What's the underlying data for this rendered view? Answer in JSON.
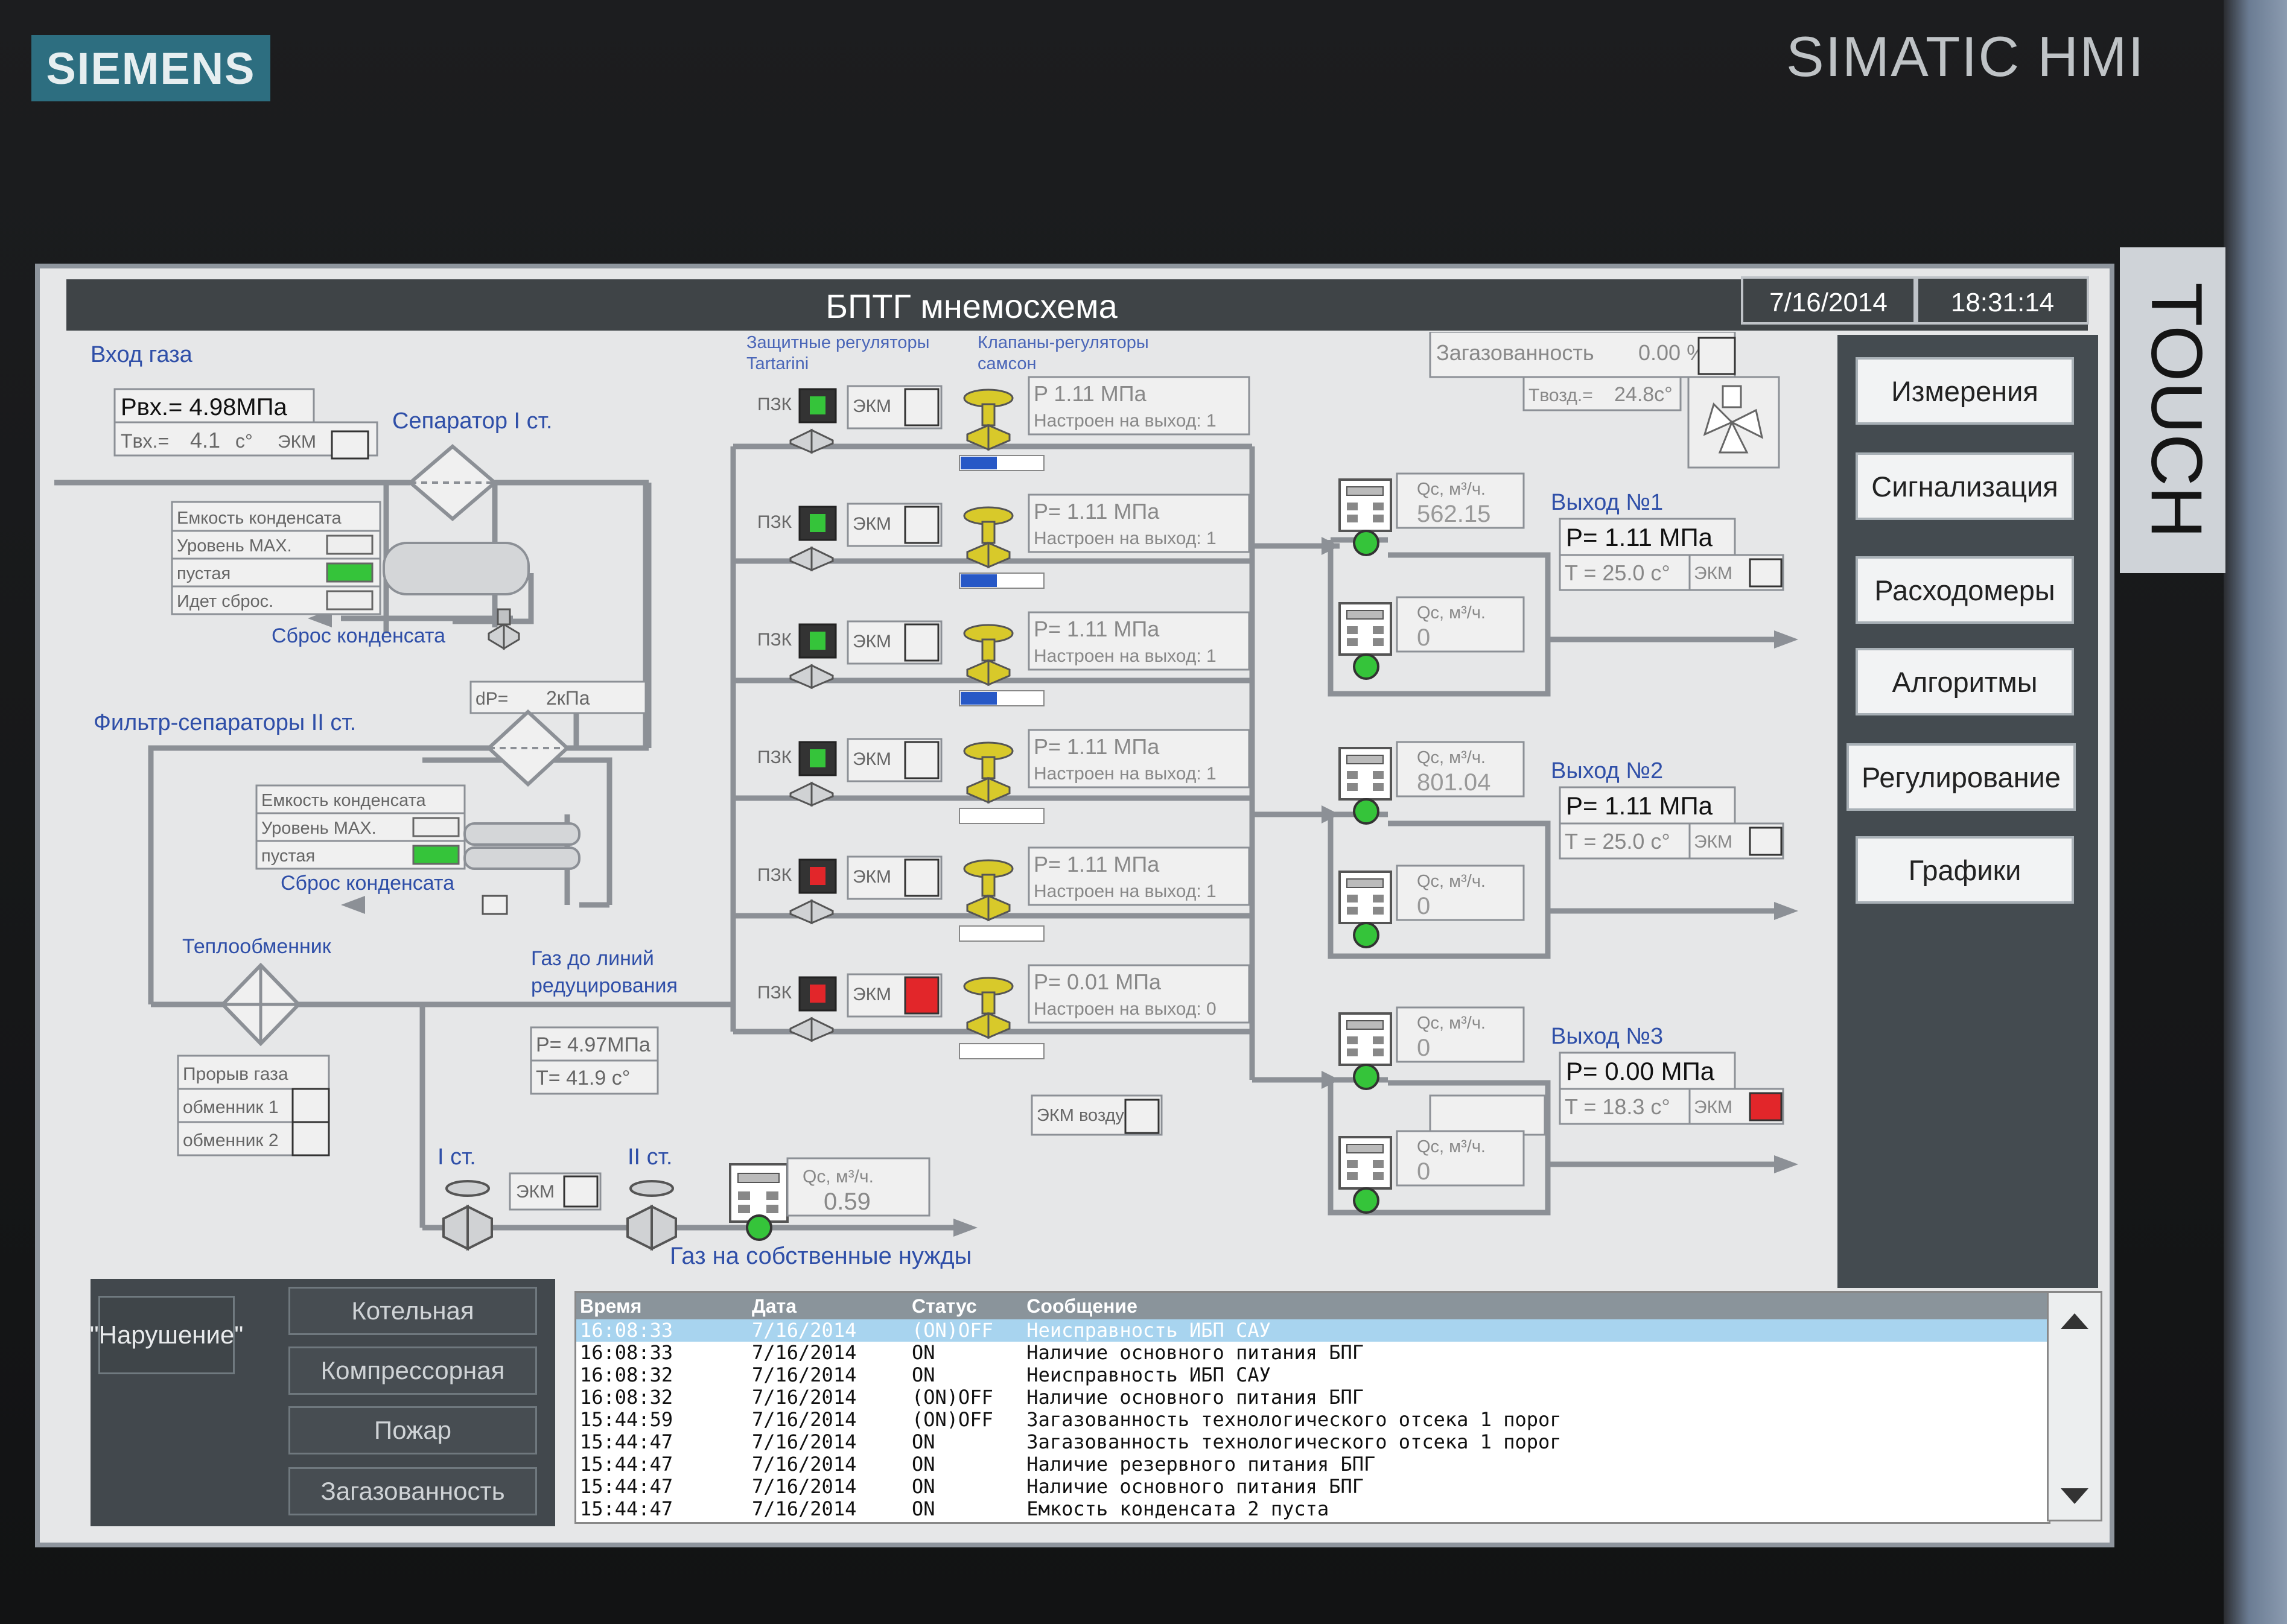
{
  "device": {
    "brand": "SIEMENS",
    "model": "SIMATIC HMI",
    "touch": "TOUCH"
  },
  "header": {
    "title": "БПТГ мнемосхема",
    "date": "7/16/2014",
    "time": "18:31:14"
  },
  "gas_input": {
    "label": "Вход газа",
    "pressure": "Pвх.= 4.98МПа",
    "temp_label": "Tвх.=",
    "temp_value": "4.1",
    "temp_unit": "c°",
    "ekm": "ЭКМ"
  },
  "separator1": {
    "label": "Сепаратор I ст.",
    "tank_title": "Емкость конденсата",
    "level_max": "Уровень MAX.",
    "empty": "пустая",
    "drain_active": "Идет сброс.",
    "drain_label": "Сброс конденсата"
  },
  "filter2": {
    "label": "Фильтр-сепараторы II ст.",
    "dp_label": "dP=",
    "dp_value": "2кПа",
    "tank_title": "Емкость конденсата",
    "level_max": "Уровень MAX.",
    "empty": "пустая",
    "drain_label": "Сброс конденсата"
  },
  "heat_exchanger": {
    "label": "Теплообменник",
    "leak": "Прорыв газа",
    "ex1": "обменник 1",
    "ex2": "обменник 2"
  },
  "reduction": {
    "label1": "Газ до линий",
    "label2": "редуцирования",
    "pressure": "P= 4.97МПа",
    "temp": "T= 41.9 c°"
  },
  "own_needs": {
    "stage1": "I ст.",
    "stage2": "II ст.",
    "ekm": "ЭКМ",
    "qc_label": "Qc, м³/ч.",
    "qc_value": "0.59",
    "label": "Газ на собственные нужды"
  },
  "regulators": {
    "header_pzk_1": "Защитные регуляторы",
    "header_pzk_2": "Tartarini",
    "header_valve_1": "Клапаны-регуляторы",
    "header_valve_2": "самсон",
    "pzk_label": "ПЗК",
    "ekm_label": "ЭКМ",
    "lines": [
      {
        "pressure": "P    1.11  МПа",
        "setpoint": "Настроен на выход: 1",
        "pzk": "green",
        "ekm_alarm": false,
        "bar": "blue"
      },
      {
        "pressure": "P=  1.11  МПа",
        "setpoint": "Настроен на выход: 1",
        "pzk": "green",
        "ekm_alarm": false,
        "bar": "blue"
      },
      {
        "pressure": "P=  1.11  МПа",
        "setpoint": "Настроен на выход: 1",
        "pzk": "green",
        "ekm_alarm": false,
        "bar": "blue"
      },
      {
        "pressure": "P=  1.11  МПа",
        "setpoint": "Настроен на выход: 1",
        "pzk": "green",
        "ekm_alarm": false,
        "bar": "none"
      },
      {
        "pressure": "P=  1.11  МПа",
        "setpoint": "Настроен на выход: 1",
        "pzk": "red",
        "ekm_alarm": false,
        "bar": "none"
      },
      {
        "pressure": "P=  0.01  МПа",
        "setpoint": "Настроен на выход: 0",
        "pzk": "red",
        "ekm_alarm": true,
        "bar": "none"
      }
    ],
    "ekm_air": "ЭКМ воздух"
  },
  "gas_contamination": {
    "label": "Загазованность",
    "value": "0.00 %",
    "temp_label": "Tвозд.=",
    "temp_value": "24.8c°"
  },
  "outputs": [
    {
      "title": "Выход №1",
      "pressure": "P= 1.11  МПа",
      "temp": "T = 25.0 c°",
      "ekm": "ЭКМ",
      "ekm_alarm": false,
      "meter1_label": "Qc, м³/ч.",
      "meter1_value": "562.15",
      "meter2_label": "Qc, м³/ч.",
      "meter2_value": "0"
    },
    {
      "title": "Выход №2",
      "pressure": "P= 1.11  МПа",
      "temp": "T = 25.0 c°",
      "ekm": "ЭКМ",
      "ekm_alarm": false,
      "meter1_label": "Qc, м³/ч.",
      "meter1_value": "801.04",
      "meter2_label": "Qc, м³/ч.",
      "meter2_value": "0"
    },
    {
      "title": "Выход №3",
      "pressure": "P= 0.00  МПа",
      "temp": "T = 18.3 c°",
      "ekm": "ЭКМ",
      "ekm_alarm": true,
      "meter1_label": "Qc, м³/ч.",
      "meter1_value": "0",
      "meter2_label": "Qc, м³/ч.",
      "meter2_value": "0"
    }
  ],
  "nav": [
    "Измерения",
    "Сигнализация",
    "Расходомеры",
    "Алгоритмы",
    "Регулирование",
    "Графики"
  ],
  "alarm_panel": {
    "title": "\"Нарушение\"",
    "buttons": [
      "Котельная",
      "Компрессорная",
      "Пожар",
      "Загазованность"
    ]
  },
  "log": {
    "columns": [
      "Время",
      "Дата",
      "Статус",
      "Сообщение"
    ],
    "rows": [
      [
        "16:08:33",
        "7/16/2014",
        "(ON)OFF",
        "Неисправность ИБП САУ"
      ],
      [
        "16:08:33",
        "7/16/2014",
        "ON",
        "Наличие основного питания БПГ"
      ],
      [
        "16:08:32",
        "7/16/2014",
        "ON",
        "Неисправность ИБП САУ"
      ],
      [
        "16:08:32",
        "7/16/2014",
        "(ON)OFF",
        "Наличие основного питания БПГ"
      ],
      [
        "15:44:59",
        "7/16/2014",
        "(ON)OFF",
        "Загазованность технологического отсека 1 порог"
      ],
      [
        "15:44:47",
        "7/16/2014",
        "ON",
        "Загазованность технологического отсека 1 порог"
      ],
      [
        "15:44:47",
        "7/16/2014",
        "ON",
        "Наличие резервного питания БПГ"
      ],
      [
        "15:44:47",
        "7/16/2014",
        "ON",
        "Наличие основного питания БПГ"
      ],
      [
        "15:44:47",
        "7/16/2014",
        "ON",
        "Емкость конденсата 2 пуста"
      ]
    ],
    "selected_row": 0
  },
  "colors": {
    "label_blue": "#2f4fa8",
    "pipe_gray": "#8c9096",
    "indicator_green": "#35c43a",
    "indicator_red": "#e2262a",
    "indicator_blue": "#2758c6",
    "valve_yellow": "#d8c92a"
  }
}
